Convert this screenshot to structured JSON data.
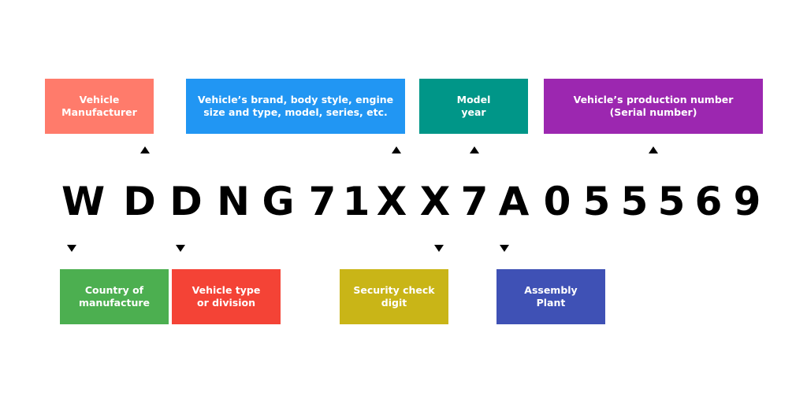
{
  "vin": {
    "characters": [
      "W",
      "D",
      "D",
      "N",
      "G",
      "7",
      "1",
      "X",
      "X",
      "7",
      "A",
      "0",
      "5",
      "5",
      "5",
      "6",
      "9"
    ]
  },
  "labels_top": [
    {
      "id": "vehicle-manufacturer",
      "text": "Vehicle\nManufacturer",
      "color": "#FF7B6B"
    },
    {
      "id": "brand-body-engine",
      "text": "Vehicle’s brand, body style, engine\nsize and type, model, series, etc.",
      "color": "#2196F3"
    },
    {
      "id": "model-year",
      "text": "Model\nyear",
      "color": "#009688"
    },
    {
      "id": "production-number",
      "text": "Vehicle’s production number\n(Serial number)",
      "color": "#9C27B0"
    }
  ],
  "labels_bottom": [
    {
      "id": "country-of-manufacture",
      "text": "Country of\nmanufacture",
      "color": "#4CAF50"
    },
    {
      "id": "vehicle-type-division",
      "text": "Vehicle type\nor division",
      "color": "#F44336"
    },
    {
      "id": "security-check-digit",
      "text": "Security check\ndigit",
      "color": "#C9B517"
    },
    {
      "id": "assembly-plant",
      "text": "Assembly\nPlant",
      "color": "#3F51B5"
    }
  ]
}
